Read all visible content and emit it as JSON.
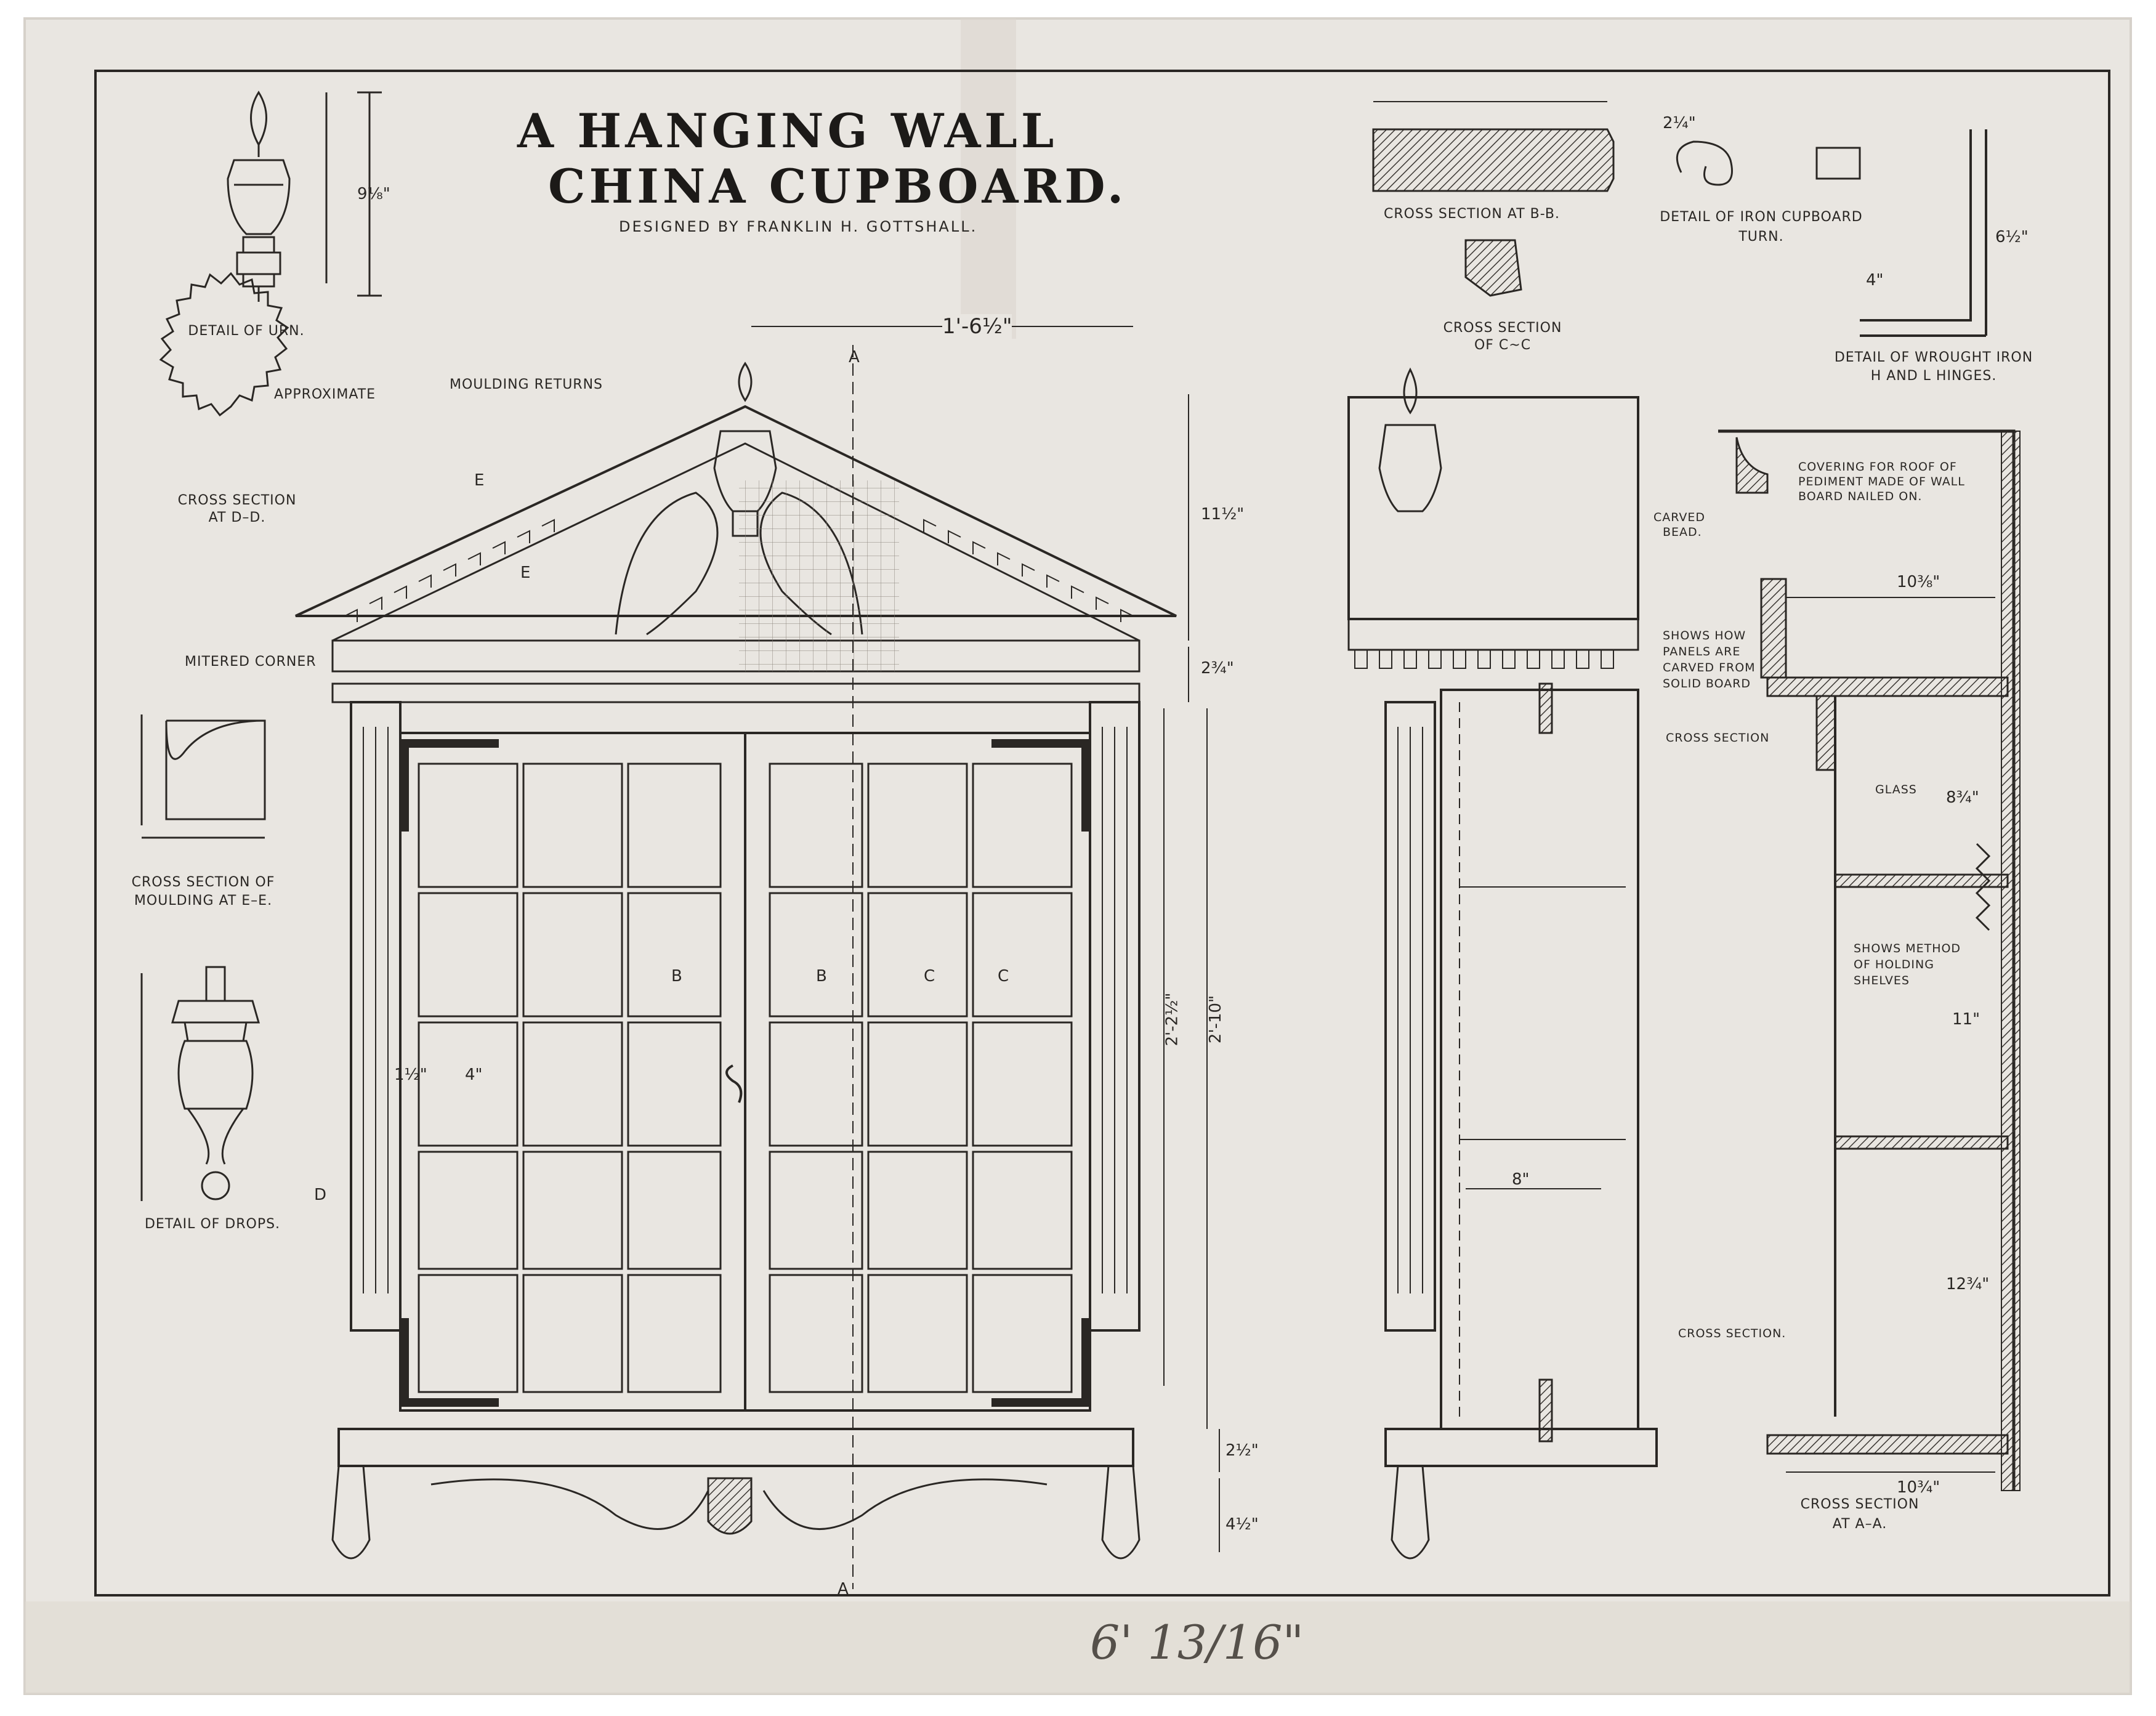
{
  "drawing": {
    "title_line1": "A HANGING WALL",
    "title_line2": "CHINA CUPBOARD.",
    "designer": "DESIGNED BY FRANKLIN H. GOTTSHALL.",
    "pencil_note": "6' 13/16\""
  },
  "labels": {
    "detail_urn": "DETAIL of URN.",
    "approximate": "APPROXIMATE",
    "cross_section_dd_1": "CROSS SECTION",
    "cross_section_dd_2": "AT D–D.",
    "moulding_returns": "MOULDING RETURNS",
    "mitered_corner": "MITERED CORNER",
    "moulding_ee_1": "CROSS SECTION of",
    "moulding_ee_2": "MOULDING at E–E.",
    "detail_drops": "DETAIL of DROPS.",
    "cross_section_bb": "CROSS SECTION at B-B.",
    "cross_section_cc_1": "CROSS SECTION",
    "cross_section_cc_2": "of C~C",
    "iron_turn_1": "DETAIL of IRON CUPBOARD",
    "iron_turn_2": "TURN.",
    "hinges_1": "DETAIL of WROUGHT IRON",
    "hinges_2": "H and L HINGES.",
    "covering_1": "COVERING for ROOF of",
    "covering_2": "PEDIMENT MADE of WALL",
    "covering_3": "BOARD NAILED ON.",
    "carved_bead_1": "CARVED",
    "carved_bead_2": "BEAD.",
    "panels_1": "SHOWS HOW",
    "panels_2": "PANELS ARE",
    "panels_3": "CARVED FROM",
    "panels_4": "SOLID BOARD",
    "cross_section_a": "CROSS SECTION",
    "cross_section_b": "CROSS SECTION.",
    "glass": "GLASS",
    "shelves_1": "SHOWS METHOD",
    "shelves_2": "of HOLDING",
    "shelves_3": "SHELVES",
    "section_aa_1": "CROSS SECTION",
    "section_aa_2": "AT A–A."
  },
  "dimensions": {
    "overall_width": "1'-6½\"",
    "door_height": "2'-2½\"",
    "case_height": "2'-10\"",
    "pediment_height": "11½\"",
    "cornice": "2¾\"",
    "base": "2½\"",
    "foot": "4½\"",
    "depth": "8\"",
    "shelf_depth_top": "10⅜\"",
    "shelf_depth_bottom": "10¾\"",
    "shelf_space_1": "8¾\"",
    "shelf_space_2": "11\"",
    "shelf_space_3": "12¾\"",
    "urn_height": "9⅛\"",
    "pane_width": "4\"",
    "stile": "1½\"",
    "hinge_leg": "4\"",
    "hinge_height": "6½\"",
    "turn_width": "2¼\"",
    "section_b": "B",
    "section_c": "C",
    "section_d": "D",
    "section_a": "A",
    "section_e": "E"
  },
  "colors": {
    "paper": "#e9e6e1",
    "ink": "#2a2724",
    "stain": "#cfc7bd"
  }
}
